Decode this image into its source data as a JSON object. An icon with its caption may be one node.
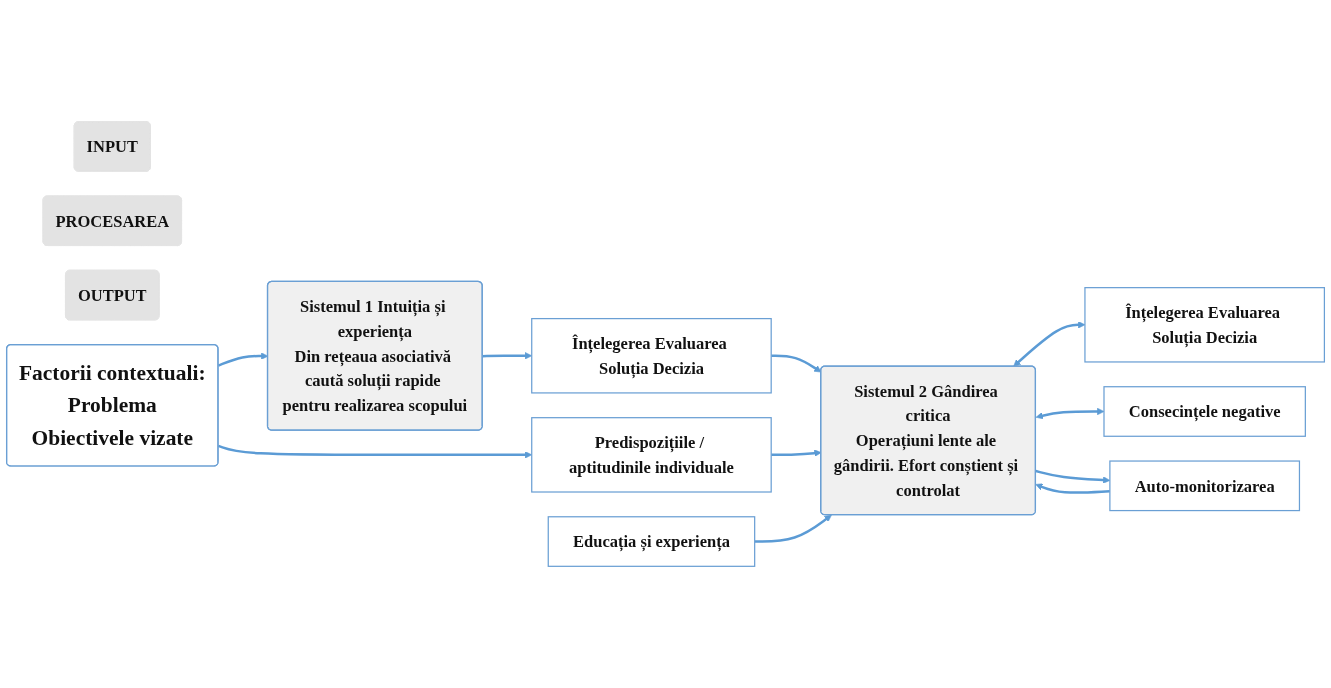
{
  "diagram": {
    "nodes": [
      {
        "text": [
          "INPUT"
        ]
      },
      {
        "text": [
          "PROCESAREA"
        ]
      },
      {
        "text": [
          "OUTPUT"
        ]
      },
      {
        "text": [
          "Factorii contextuali:",
          "Problema",
          "Obiectivele vizate"
        ]
      },
      {
        "text": [
          "Sistemul 1 Intuiția și experiența",
          "Din rețeaua asociativă caută soluții rapide pentru realizarea scopului"
        ]
      },
      {
        "text": [
          "Înțelegerea Evaluarea Soluția Decizia"
        ]
      },
      {
        "text": [
          "Predispozițiile / aptitudinile individuale"
        ]
      },
      {
        "text": [
          "Sistemul 2 Gândirea critica",
          "Operațiuni lente ale gândirii. Efort conștient și controlat"
        ]
      },
      {
        "text": [
          "Înțelegerea Evaluarea Soluția Decizia"
        ]
      },
      {
        "text": [
          "Educația și experiența"
        ]
      },
      {
        "text": [
          "Consecințele negative"
        ]
      },
      {
        "text": [
          "Auto-monitorizarea"
        ]
      }
    ],
    "edges": [
      {
        "from": 3,
        "to": 4,
        "arrow": "to"
      },
      {
        "from": 3,
        "to": 6,
        "arrow": "to"
      },
      {
        "from": 4,
        "to": 5,
        "arrow": "to"
      },
      {
        "from": 5,
        "to": 7,
        "arrow": "to"
      },
      {
        "from": 6,
        "to": 7,
        "arrow": "to"
      },
      {
        "from": 9,
        "to": 7,
        "arrow": "to"
      },
      {
        "from": 7,
        "to": 8,
        "arrow": "both"
      },
      {
        "from": 7,
        "to": 10,
        "arrow": "both"
      },
      {
        "from": 7,
        "to": 11,
        "arrow": "to"
      },
      {
        "from": 11,
        "to": 7,
        "arrow": "to"
      }
    ]
  }
}
